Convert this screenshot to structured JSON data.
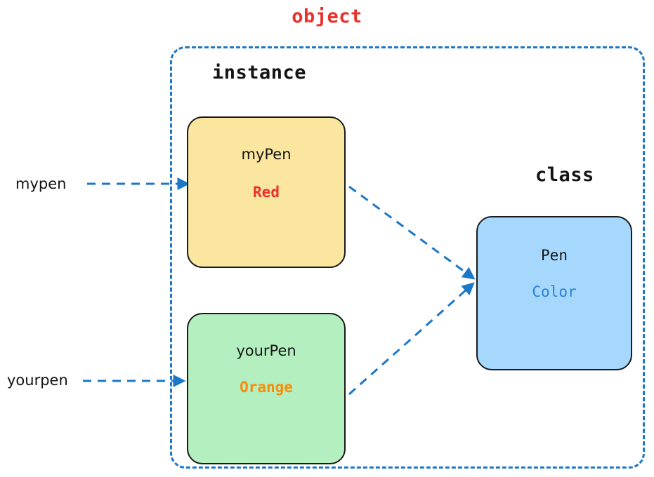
{
  "diagram": {
    "title": "object",
    "title_color": "#e8322c",
    "container_border_color": "#1b78c8",
    "sections": {
      "instance_label": "instance",
      "class_label": "class"
    },
    "nodes": [
      {
        "id": "mypen",
        "name": "myPen",
        "value": "Red",
        "fill": "#fae69f",
        "value_color": "#e8322c"
      },
      {
        "id": "yourpen",
        "name": "yourPen",
        "value": "Orange",
        "fill": "#b4f0bf",
        "value_color": "#f98c0b"
      },
      {
        "id": "pen",
        "name": "Pen",
        "value": "Color",
        "fill": "#a5d8fc",
        "value_color": "#2b7fd4"
      }
    ],
    "variables": [
      {
        "id": "mypen-ref",
        "label": "mypen"
      },
      {
        "id": "yourpen-ref",
        "label": "yourpen"
      }
    ],
    "arrow_color": "#1b78c8"
  }
}
